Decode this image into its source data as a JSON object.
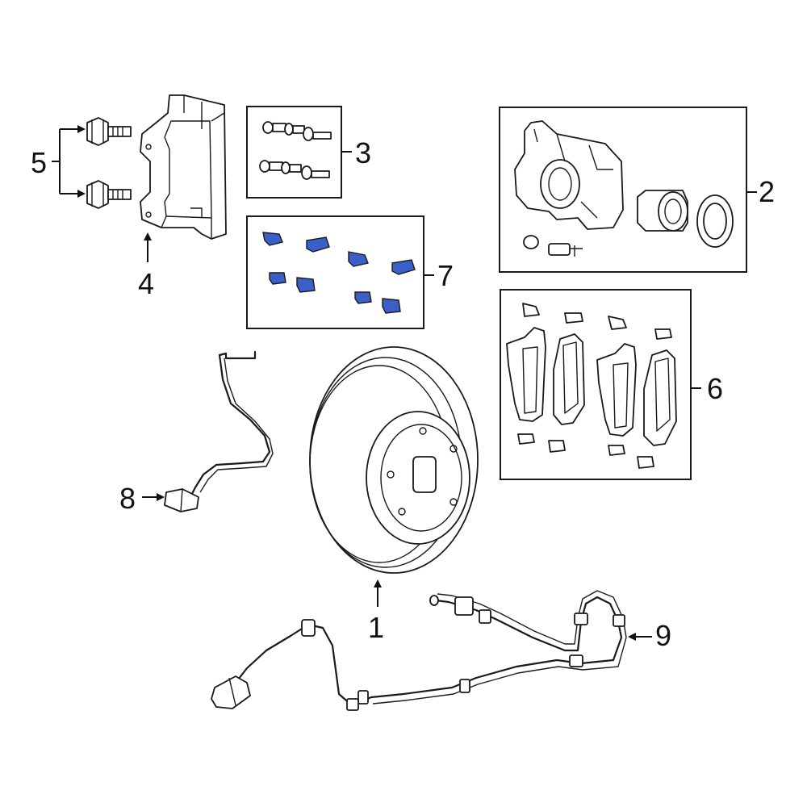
{
  "callouts": {
    "c1": "1",
    "c2": "2",
    "c3": "3",
    "c4": "4",
    "c5": "5",
    "c6": "6",
    "c7": "7",
    "c8": "8",
    "c9": "9"
  },
  "colors": {
    "line": "#1a1a1a",
    "highlight": "#3b5fc8",
    "background": "#ffffff"
  }
}
